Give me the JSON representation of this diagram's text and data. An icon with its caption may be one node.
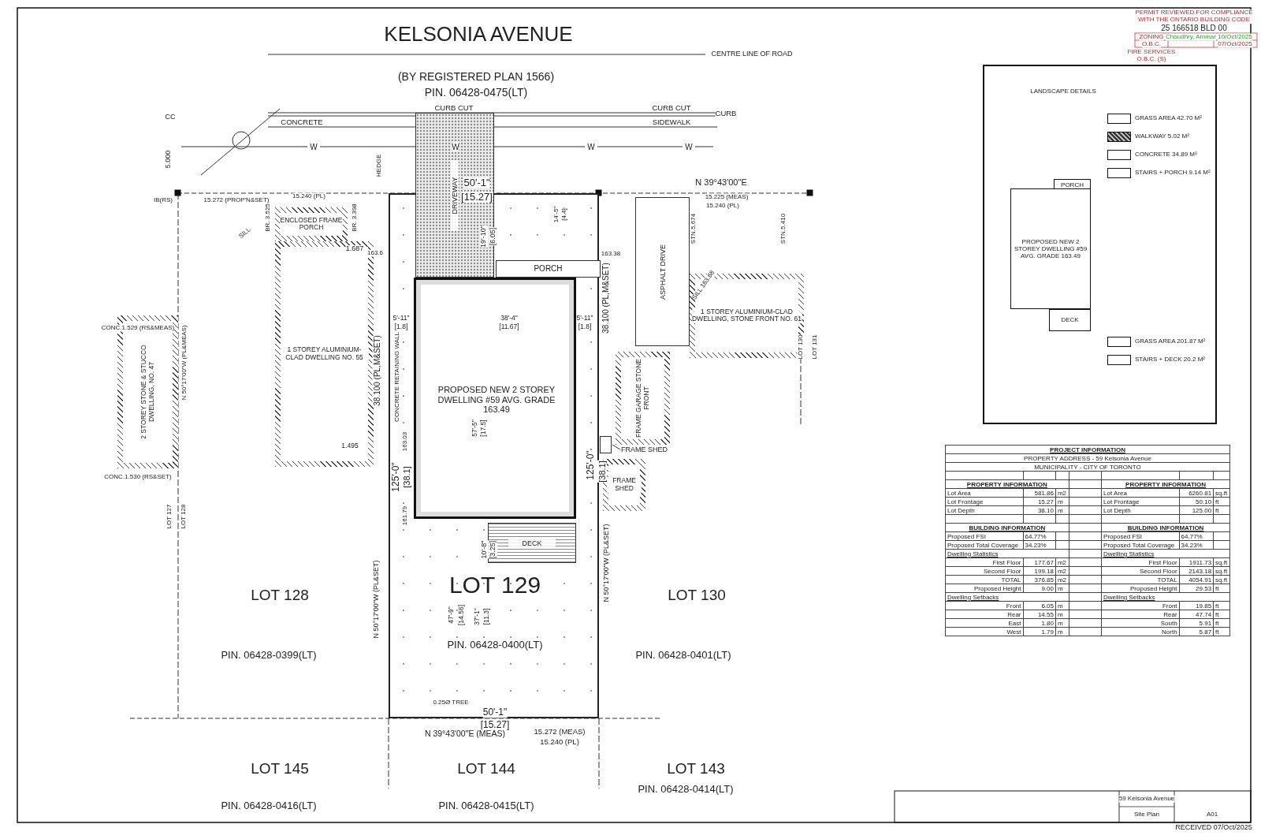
{
  "diagram": {
    "nodes": [
      {
        "text": [
          "ENCLOSED FRAME PORCH"
        ]
      },
      {
        "text": [
          "1 STOREY ALUMINIUM-CLAD DWELLING NO. 55"
        ]
      },
      {
        "text": [
          "2 STOREY STONE & STUCCO DWELLING, NO. 47"
        ]
      },
      {
        "text": [
          "LOT 129",
          "PIN. 06428-0400(LT)"
        ]
      },
      {
        "text": [
          "DRIVEWAY"
        ]
      },
      {
        "text": [
          "PORCH"
        ],
        "in": 3
      },
      {
        "text": [
          "PROPOSED NEW 2 STOREY DWELLING #59 AVG. GRADE 163.49"
        ],
        "in": 3
      },
      {
        "text": [
          "DECK"
        ],
        "in": 3
      },
      {
        "text": [
          "ASPHALT DRIVE"
        ]
      },
      {
        "text": [
          "FRAME GARAGE STONE FRONT"
        ]
      },
      {
        "text": [
          "FRAME SHED"
        ]
      },
      {
        "text": [],
        "shape": "box"
      },
      {
        "text": [
          "FRAME SHED"
        ]
      },
      {
        "text": [
          "1 STOREY ALUMINIUM-CLAD DWELLING, STONE FRONT NO. 61"
        ]
      },
      {
        "text": [
          "LANDSCAPE DETAILS"
        ]
      },
      {
        "text": [
          "PORCH"
        ],
        "in": 14
      },
      {
        "text": [
          "PROPOSED NEW 2 STOREY DWELLING #59 AVG. GRADE 163.49"
        ],
        "in": 14
      },
      {
        "text": [
          "DECK"
        ],
        "in": 14
      }
    ],
    "edges": [
      {
        "from": 10,
        "to": 11,
        "arrow": "none"
      }
    ],
    "labels": [
      "KELSONIA AVENUE",
      "CENTRE LINE OF ROAD",
      "(BY REGISTERED PLAN 1566)",
      "PIN. 06428-0475(LT)",
      "CURB CUT",
      "CURB CUT",
      "CURB",
      "CONCRETE",
      "SIDEWALK",
      "W",
      "W",
      "W",
      "W",
      "CC",
      "5.000",
      "IB(RS)",
      "15.272 (PROP'N&SET)",
      "15.240 (PL)",
      "50'-1\"",
      "[15.27]",
      "N 39°43'00\"E",
      "15.225 (MEAS)",
      "15.240 (PL)",
      "SILL",
      "BR. 3.525",
      "BR. 3.398",
      "1.687",
      "163.6",
      "19'-10\"",
      "[6.05]",
      "14'-5\"",
      "[4.4]",
      "163.38",
      "STN.5.674",
      "STN.5.410",
      "SILL 163.68",
      "38.100 (PL,M&SET)",
      "CONC.1.529 (RS&MEAS)",
      "5'-11\"",
      "[1.8]",
      "38'-4\"",
      "[11.67]",
      "5'-11\"",
      "[1.8]",
      "N 50°17'00\"W (PL&MEAS)",
      "38.100 (PL,M&SET)",
      "CONCRETE RETAINING WALL",
      "57'-5\"",
      "[17.5]",
      "1.495",
      "163.03",
      "125'-0\"",
      "[38.1]",
      "161.79",
      "CONC.1.530 (RS&SET)",
      "LOT 127",
      "LOT 128",
      "125'-0\"",
      "[38.1]",
      "LOT 130",
      "LOT 131",
      "10'-8\"",
      "[3.25]",
      "N 50°17'00\"W (PL&SET)",
      "N 50°17'00\"W (PL&SET)",
      "LOT 128",
      "LOT 130",
      "47'-9\"",
      "[14.56]",
      "37'-1\"",
      "[11.3]",
      "PIN. 06428-0399(LT)",
      "PIN. 06428-0401(LT)",
      "0.25Ø TREE",
      "50'-1\"",
      "[15.27]",
      "N 39°43'00\"E (MEAS)",
      "15.272 (MEAS)",
      "15.240 (PL)",
      "LOT 145",
      "LOT 144",
      "LOT 143",
      "PIN. 06428-0416(LT)",
      "PIN. 06428-0415(LT)",
      "PIN. 06428-0414(LT)",
      "HEDGE",
      "PERMIT REVIEWED FOR COMPLIANCE WITH THE ONTARIO BUILDING CODE",
      "25 166518 BLD 00",
      "ZONING",
      "Choudhry, Ammar",
      "10/Oct/2025",
      "O.B.C.",
      "07/Oct/2025",
      "FIRE SERVICES",
      "O.B.C. (S)",
      "RECEIVED 07/Oct/2025",
      "59 Kelsonia Avenue",
      "Site Plan",
      "A01",
      "PROJECT INFORMATION",
      "PROPERTY ADDRESS - 59 Kelsonia Avenue",
      "MUNICIPALITY - CITY OF TORONTO",
      "PROPERTY INFORMATION",
      "PROPERTY INFORMATION",
      "Lot Area",
      "581.86",
      "m2",
      "Lot Area",
      "6260.81",
      "sq.ft",
      "Lot Frontage",
      "15.27",
      "m",
      "Lot Frontage",
      "50.10",
      "ft",
      "Lot Depth",
      "38.10",
      "m",
      "Lot Depth",
      "125.00",
      "ft",
      "BUILDING INFORMATION",
      "BUILDING INFORMATION",
      "Proposed FSI",
      "64.77%",
      "Proposed FSI",
      "64.77%",
      "Proposed Total Coverage",
      "34.23%",
      "Proposed Total Coverage",
      "34.23%",
      "Dwelling Statistics",
      "Dwelling Statistics",
      "First Floor",
      "177.67",
      "m2",
      "First Floor",
      "1911.73",
      "sq.ft",
      "Second Floor",
      "199.18",
      "m2",
      "Second Floor",
      "2143.18",
      "sq.ft",
      "TOTAL",
      "376.85",
      "m2",
      "TOTAL",
      "4054.91",
      "sq.ft",
      "Proposed Height",
      "9.00",
      "m",
      "Proposed Height",
      "29.53",
      "ft",
      "Dwelling Setbacks",
      "Dwelling Setbacks",
      "Front",
      "6.05",
      "m",
      "Front",
      "19.85",
      "ft",
      "Rear",
      "14.55",
      "m",
      "Rear",
      "47.74",
      "ft",
      "East",
      "1.80",
      "m",
      "South",
      "5.91",
      "ft",
      "West",
      "1.79",
      "m",
      "North",
      "5.87",
      "ft"
    ],
    "legend": [
      {
        "text": "GRASS AREA 42.70 M²"
      },
      {
        "text": "WALKWAY 5.02 M²"
      },
      {
        "text": "CONCRETE 34.89 M²"
      },
      {
        "text": "STAIRS + PORCH 9.14 M²"
      },
      {
        "text": "GRASS AREA 201.87 M²"
      },
      {
        "text": "STAIRS + DECK 20.2 M²"
      }
    ]
  }
}
